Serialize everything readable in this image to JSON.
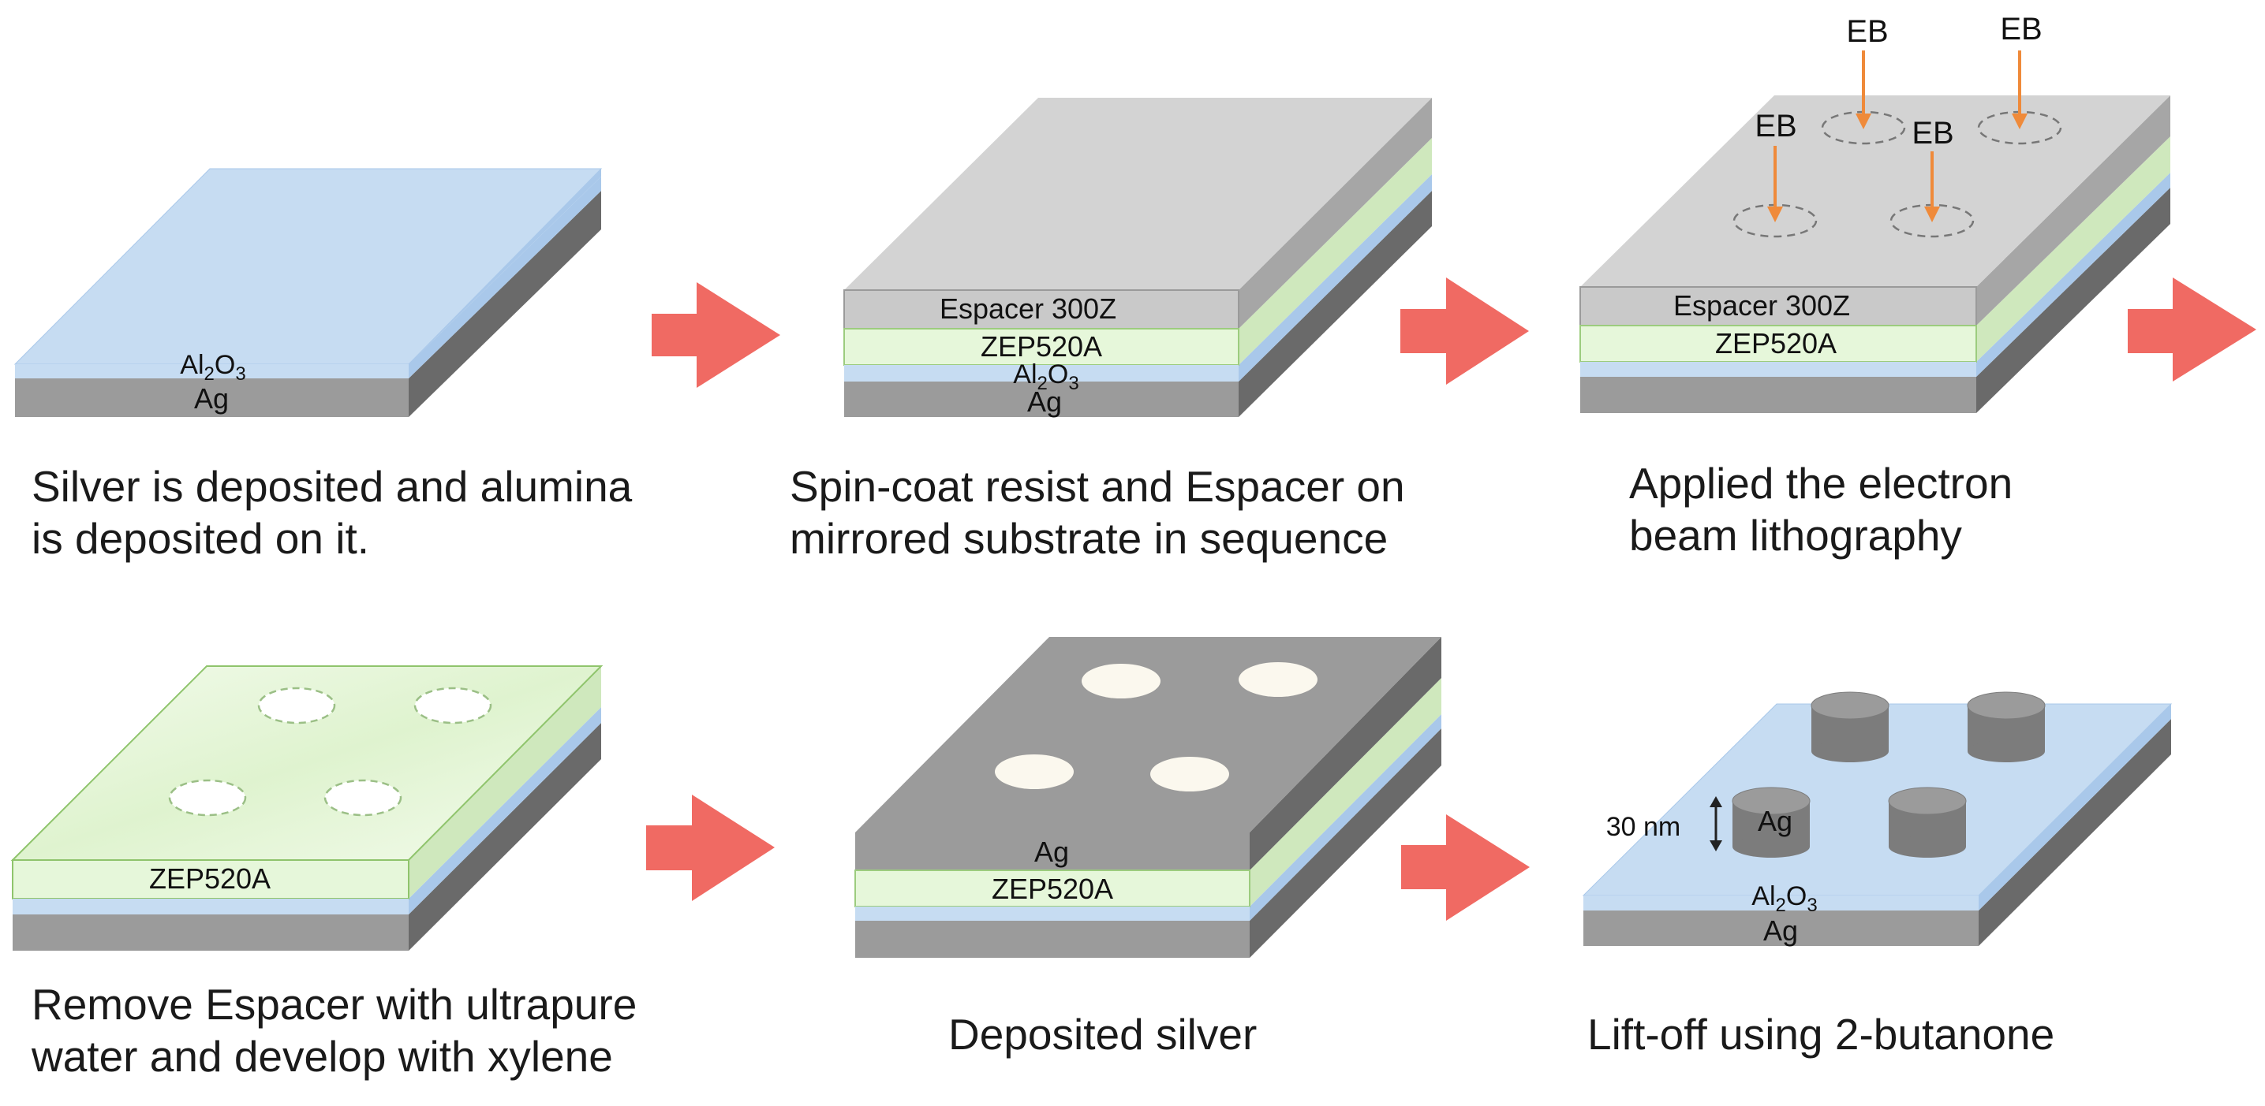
{
  "colors": {
    "ag": "#9b9b9b",
    "ag_side": "#7c7c7c",
    "ag_right": "#6a6a6a",
    "alumina": "#c6dcf2",
    "alumina_side": "#a9c8ea",
    "zep": "#e6f7da",
    "zep_side": "#cfe8bd",
    "espacer": "#c9c9c9",
    "espacer_top": "#d3d3d3",
    "espacer_right": "#a6a6a6",
    "arrow": "#f06a63",
    "eb_arrow": "#ef8a3a",
    "hole": "#fbf8ee"
  },
  "steps": [
    {
      "id": "step1",
      "layer_labels": {
        "alumina": "Al2O3",
        "ag": "Ag"
      },
      "caption": [
        "Silver is deposited and alumina",
        "is deposited on it."
      ]
    },
    {
      "id": "step2",
      "layer_labels": {
        "espacer": "Espacer 300Z",
        "zep": "ZEP520A",
        "alumina": "Al2O3",
        "ag": "Ag"
      },
      "caption": [
        "Spin-coat resist and Espacer on",
        "mirrored substrate in sequence"
      ]
    },
    {
      "id": "step3",
      "layer_labels": {
        "espacer": "Espacer 300Z",
        "zep": "ZEP520A"
      },
      "beam_label": "EB",
      "caption": [
        "Applied the electron",
        "beam lithography"
      ]
    },
    {
      "id": "step4",
      "layer_labels": {
        "zep": "ZEP520A"
      },
      "caption": [
        "Remove Espacer with ultrapure",
        "water and develop with xylene"
      ]
    },
    {
      "id": "step5",
      "layer_labels": {
        "ag": "Ag",
        "zep": "ZEP520A"
      },
      "caption": [
        "Deposited silver"
      ]
    },
    {
      "id": "step6",
      "layer_labels": {
        "alumina": "Al2O3",
        "ag": "Ag"
      },
      "disk_label": "Ag",
      "thickness_label": "30 nm",
      "caption": [
        "Lift-off using 2-butanone"
      ]
    }
  ]
}
